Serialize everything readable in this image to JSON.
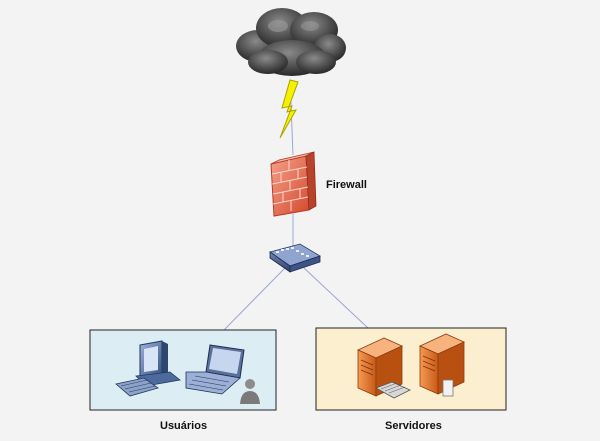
{
  "labels": {
    "firewall": "Firewall",
    "users": "Usuários",
    "servers": "Servidores"
  },
  "colors": {
    "background": "#f3f3f3",
    "users_panel": "#dcedf4",
    "servers_panel": "#fcefcf",
    "connector": "#9aa7d6",
    "firewall_brick": "#e8654a",
    "server_body": "#e8742a",
    "lightning": "#f4f000"
  },
  "icons": {
    "cloud": "cloud-icon",
    "lightning": "lightning-icon",
    "firewall": "firewall-icon",
    "switch": "switch-icon",
    "desktop": "desktop-computer-icon",
    "laptop": "laptop-icon",
    "user": "user-icon",
    "server": "server-icon"
  }
}
